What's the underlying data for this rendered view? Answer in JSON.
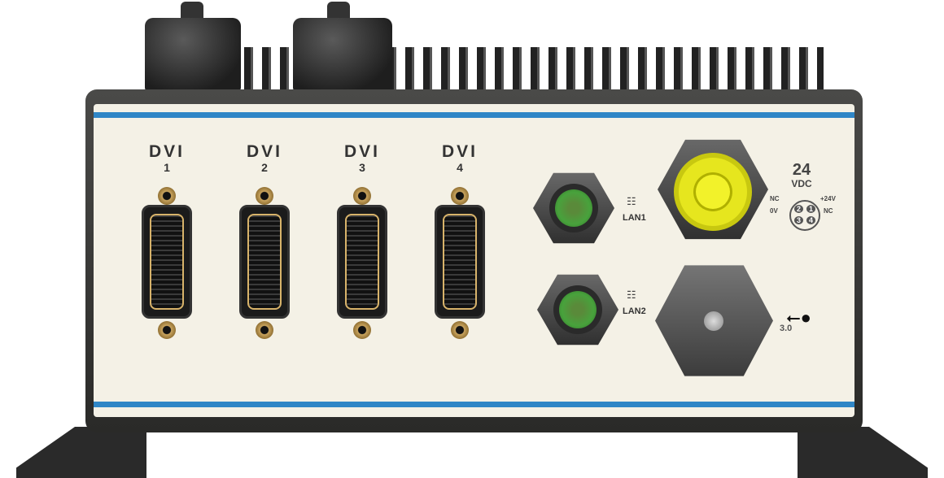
{
  "device": {
    "dvi_ports": [
      {
        "label": "DVI",
        "number": "1"
      },
      {
        "label": "DVI",
        "number": "2"
      },
      {
        "label": "DVI",
        "number": "3"
      },
      {
        "label": "DVI",
        "number": "4"
      }
    ],
    "lan_ports": [
      {
        "label": "LAN1",
        "icon": "network-icon"
      },
      {
        "label": "LAN2",
        "icon": "network-icon"
      }
    ],
    "power": {
      "voltage": "24",
      "unit": "VDC",
      "pins": {
        "p1": "1",
        "p2": "2",
        "p3": "3",
        "p4": "4"
      },
      "pin_labels": {
        "top_left": "NC",
        "top_right": "+24V",
        "bottom_left": "0V",
        "bottom_right": "NC"
      }
    },
    "usb": {
      "version": "3.0",
      "icon": "usb-icon"
    },
    "colors": {
      "stripe": "#2f86c6",
      "power_connector": "#e6e61e",
      "lan_insert": "#48a23c",
      "panel": "#f4f1e6"
    }
  }
}
